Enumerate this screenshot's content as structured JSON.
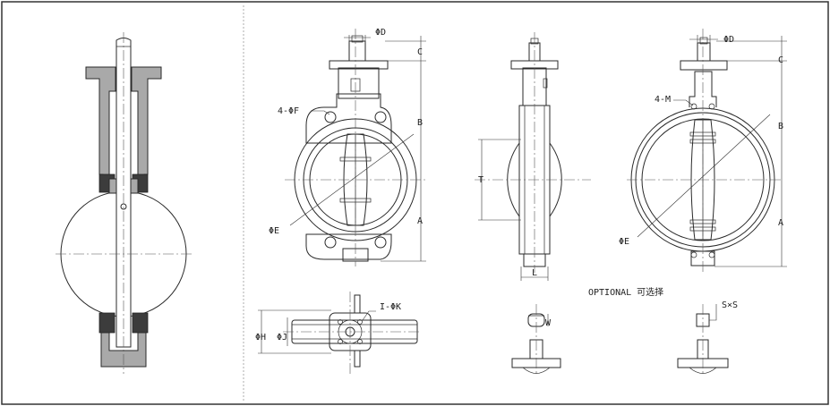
{
  "labels": {
    "phi_d_1": "ΦD",
    "c_1": "C",
    "four_phi_f": "4-ΦF",
    "b_1": "B",
    "phi_e_1": "ΦE",
    "a_1": "A",
    "t": "T",
    "l": "L",
    "phi_d_2": "ΦD",
    "c_2": "C",
    "four_m": "4-M",
    "b_2": "B",
    "phi_e_2": "ΦE",
    "a_2": "A",
    "optional": "OPTIONAL 可选择",
    "i_phi_k": "I-ΦK",
    "phi_h": "ΦH",
    "phi_j": "ΦJ",
    "w": "W",
    "sxs": "S×S"
  },
  "colors": {
    "line": "#2a2a2a",
    "section_fill": "#a9a9a9",
    "seat_fill": "#3c3c3c",
    "background": "#ffffff"
  }
}
